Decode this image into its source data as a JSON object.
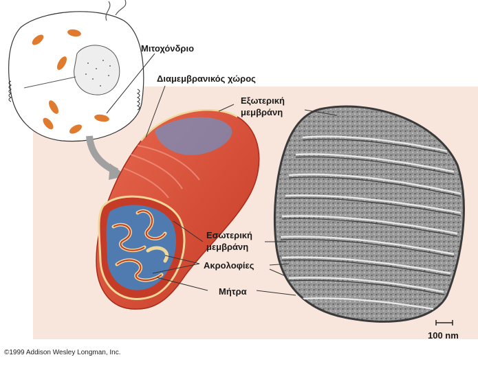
{
  "labels": {
    "mitochondrion": "Μιτοχόνδριο",
    "intermembrane_space": "Διαμεμβρανικός χώρος",
    "outer_membrane_line1": "Εξωτερική",
    "outer_membrane_line2": "μεμβράνη",
    "inner_membrane_line1": "Εσωτερική",
    "inner_membrane_line2": "μεμβράνη",
    "cristae": "Ακρολοφίες",
    "matrix": "Μήτρα",
    "scale_bar": "100 nm"
  },
  "credit": "©1999 Addison Wesley Longman, Inc.",
  "colors": {
    "background_panel": "#f8e6dc",
    "mitochondrion_red": "#d8432e",
    "membrane_outline": "#efd79a",
    "matrix_blue": "#4f7bb0",
    "micrograph_gray": "#8a8a8a",
    "organelle_orange": "#e07a2e"
  }
}
